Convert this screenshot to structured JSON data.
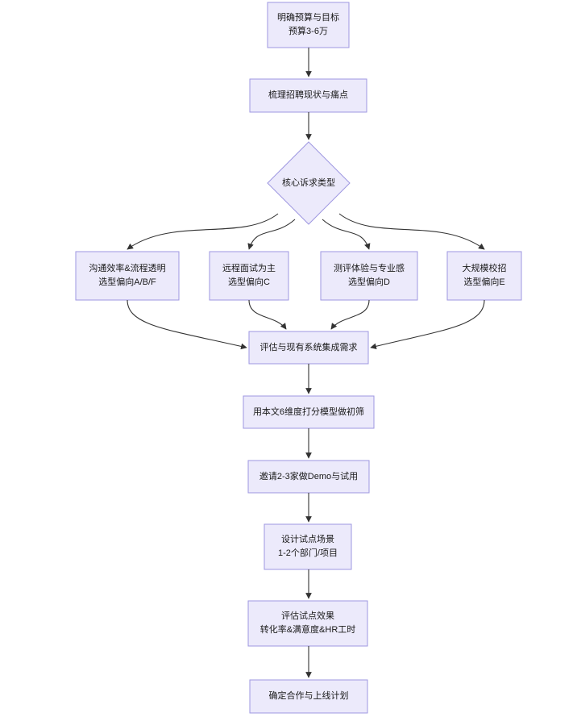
{
  "diagram": {
    "type": "flowchart",
    "orientation": "top-to-bottom",
    "theme": {
      "node_fill": "#ECEAFB",
      "node_stroke": "#9E97E0",
      "edge_stroke": "#333333",
      "text_color": "#1a1a1a",
      "background": "#ffffff"
    },
    "nodes": [
      {
        "id": "budget",
        "shape": "rectangle",
        "line1": "明确预算与目标",
        "line2": "预算3-6万"
      },
      {
        "id": "status",
        "shape": "rectangle",
        "line1": "梳理招聘现状与痛点",
        "line2": ""
      },
      {
        "id": "decision",
        "shape": "diamond",
        "line1": "核心诉求类型",
        "line2": ""
      },
      {
        "id": "branch-a",
        "shape": "rectangle",
        "line1": "沟通效率&流程透明",
        "line2": "选型偏向A/B/F"
      },
      {
        "id": "branch-c",
        "shape": "rectangle",
        "line1": "远程面试为主",
        "line2": "选型偏向C"
      },
      {
        "id": "branch-d",
        "shape": "rectangle",
        "line1": "测评体验与专业感",
        "line2": "选型偏向D"
      },
      {
        "id": "branch-e",
        "shape": "rectangle",
        "line1": "大规模校招",
        "line2": "选型偏向E"
      },
      {
        "id": "integration",
        "shape": "rectangle",
        "line1": "评估与现有系统集成需求",
        "line2": ""
      },
      {
        "id": "scoring",
        "shape": "rectangle",
        "line1": "用本文6维度打分模型做初筛",
        "line2": ""
      },
      {
        "id": "demo",
        "shape": "rectangle",
        "line1": "邀请2-3家做Demo与试用",
        "line2": ""
      },
      {
        "id": "pilot",
        "shape": "rectangle",
        "line1": "设计试点场景",
        "line2": "1-2个部门/项目"
      },
      {
        "id": "evaluate",
        "shape": "rectangle",
        "line1": "评估试点效果",
        "line2": "转化率&满意度&HR工时"
      },
      {
        "id": "final",
        "shape": "rectangle",
        "line1": "确定合作与上线计划",
        "line2": ""
      }
    ],
    "edges": [
      {
        "from": "budget",
        "to": "status"
      },
      {
        "from": "status",
        "to": "decision"
      },
      {
        "from": "decision",
        "to": "branch-a"
      },
      {
        "from": "decision",
        "to": "branch-c"
      },
      {
        "from": "decision",
        "to": "branch-d"
      },
      {
        "from": "decision",
        "to": "branch-e"
      },
      {
        "from": "branch-a",
        "to": "integration"
      },
      {
        "from": "branch-c",
        "to": "integration"
      },
      {
        "from": "branch-d",
        "to": "integration"
      },
      {
        "from": "branch-e",
        "to": "integration"
      },
      {
        "from": "integration",
        "to": "scoring"
      },
      {
        "from": "scoring",
        "to": "demo"
      },
      {
        "from": "demo",
        "to": "pilot"
      },
      {
        "from": "pilot",
        "to": "evaluate"
      },
      {
        "from": "evaluate",
        "to": "final"
      }
    ]
  }
}
